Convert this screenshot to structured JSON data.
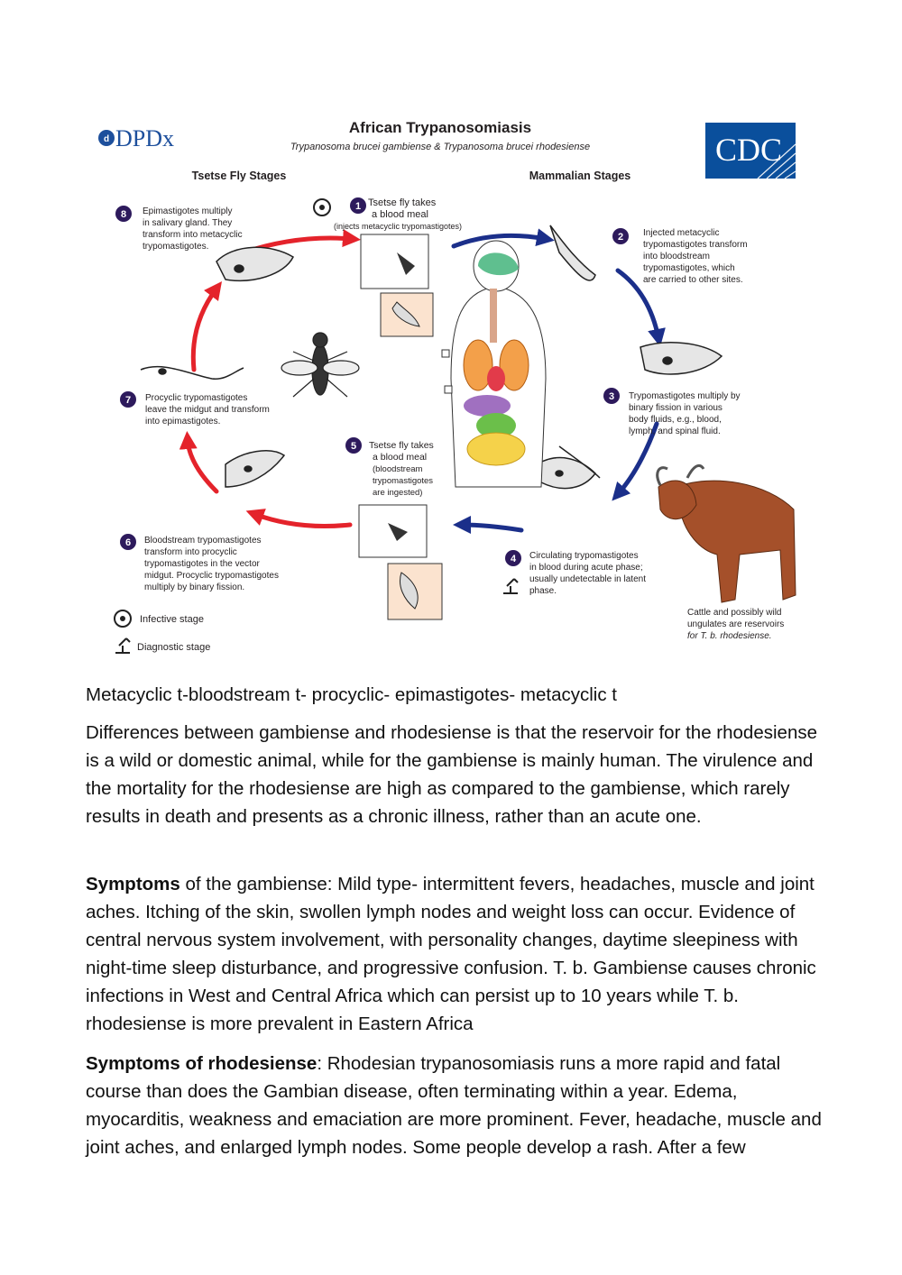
{
  "figure": {
    "logo_left": "DPDx",
    "logo_right": "CDC",
    "title": "African Trypanosomiasis",
    "subtitle": "Trypanosoma brucei gambiense & Trypanosoma brucei rhodesiense",
    "fly_stages_label": "Tsetse Fly Stages",
    "mammal_stages_label": "Mammalian Stages",
    "steps": [
      {
        "n": "1",
        "lines": [
          "Tsetse fly takes",
          "a blood meal",
          "(injects metacyclic trypomastigotes)"
        ]
      },
      {
        "n": "2",
        "lines": [
          "Injected metacyclic",
          "trypomastigotes transform",
          "into bloodstream",
          "trypomastigotes, which",
          "are carried to other sites."
        ]
      },
      {
        "n": "3",
        "lines": [
          "Trypomastigotes multiply by",
          "binary fission in various",
          "body fluids, e.g., blood,",
          "lymph, and spinal fluid."
        ]
      },
      {
        "n": "4",
        "lines": [
          "Circulating trypomastigotes",
          "in blood during acute phase;",
          "usually undetectable in latent",
          "phase."
        ]
      },
      {
        "n": "5",
        "lines": [
          "Tsetse fly takes",
          "a blood meal",
          "(bloodstream",
          "trypomastigotes",
          "are ingested)"
        ]
      },
      {
        "n": "6",
        "lines": [
          "Bloodstream trypomastigotes",
          "transform into procyclic",
          "trypomastigotes in the vector",
          "midgut. Procyclic trypomastigotes",
          "multiply by binary fission."
        ]
      },
      {
        "n": "7",
        "lines": [
          "Procyclic trypomastigotes",
          "leave the midgut and transform",
          "into epimastigotes."
        ]
      },
      {
        "n": "8",
        "lines": [
          "Epimastigotes multiply",
          "in salivary gland. They",
          "transform into metacyclic",
          "trypomastigotes."
        ]
      }
    ],
    "cattle_note": [
      "Cattle and possibly wild",
      "ungulates are reservoirs",
      "for T. b. rhodesiense."
    ],
    "legend_infective": "Infective stage",
    "legend_diagnostic": "Diagnostic stage"
  },
  "text": {
    "sequence": "Metacyclic t-bloodstream t- procyclic- epimastigotes- metacyclic t",
    "differences": "Differences between gambiense and rhodesiense is that the reservoir for the rhodesiense is a wild or domestic animal, while for the gambiense is mainly human. The virulence and the mortality for the rhodesiense are high as compared to the gambiense, which rarely results in death and presents as a chronic illness, rather than an acute one.",
    "gambiense_label": "Symptoms",
    "gambiense_body": " of the gambiense: Mild type- intermittent fevers, headaches, muscle and joint aches. Itching of the skin, swollen lymph nodes and weight loss can occur. Evidence of central nervous system involvement, with personality changes, daytime sleepiness with night-time sleep disturbance, and progressive confusion. T. b. Gambiense causes chronic infections in West and Central Africa which can persist up to 10 years while T. b. rhodesiense is more prevalent in Eastern Africa",
    "rhodesiense_label": "Symptoms of rhodesiense",
    "rhodesiense_body": ": Rhodesian trypanosomiasis runs a more rapid and fatal course than does the Gambian disease, often terminating within a year. Edema, myocarditis, weakness and emaciation are more prominent. Fever, headache, muscle and joint aches, and enlarged lymph nodes. Some people develop a rash. After a few"
  }
}
